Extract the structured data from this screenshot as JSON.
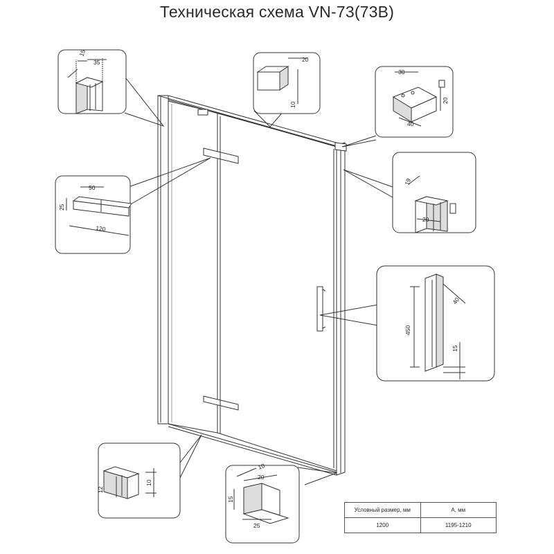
{
  "title": "Техническая схема VN-73(73B)",
  "callouts": {
    "left_profile": {
      "dim_a": "15",
      "dim_b": "35"
    },
    "top_profile": {
      "dim_a": "20",
      "dim_b": "10"
    },
    "top_corner": {
      "dim_a": "30",
      "dim_b": "20",
      "dim_c": "40"
    },
    "hinge": {
      "dim_a": "50",
      "dim_b": "25",
      "dim_c": "120"
    },
    "right_profile": {
      "dim_a": "19",
      "dim_b": "20"
    },
    "handle": {
      "dim_a": "450",
      "dim_b": "40",
      "dim_c": "15"
    },
    "bottom_seal": {
      "dim_a": "12",
      "dim_b": "10"
    },
    "bottom_stop": {
      "dim_a": "10",
      "dim_b": "20",
      "dim_c": "15",
      "dim_d": "25"
    }
  },
  "table": {
    "headers": [
      "Условный размер, мм",
      "А, мм"
    ],
    "rows": [
      [
        "1200",
        "1195-1210"
      ]
    ]
  },
  "colors": {
    "line": "#333333",
    "callout_bg": "#ffffff",
    "shade": "#cccccc"
  }
}
